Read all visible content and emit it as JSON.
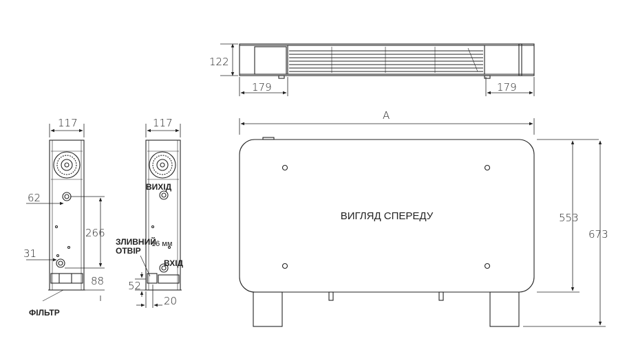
{
  "top_view": {
    "height_dim": "122",
    "left_dim": "179",
    "right_dim": "179"
  },
  "side_view_left": {
    "width_dim": "117",
    "dim_62": "62",
    "dim_266": "266",
    "dim_31": "31",
    "dim_88": "88",
    "filter_label": "ФІЛЬТР"
  },
  "side_view_right": {
    "width_dim": "117",
    "outlet_label": "ВИХІД",
    "drain_label_line1": "ЗЛИВНИЙ",
    "drain_label_line2": "ОТВІР",
    "pipe_label": "16 мм",
    "inlet_label": "ВХІД",
    "dim_52": "52",
    "dim_20": "20"
  },
  "front_view": {
    "width_dim": "A",
    "title": "ВИГЛЯД СПЕРЕДУ",
    "height_inner": "553",
    "height_total": "673"
  },
  "colors": {
    "line": "#222222",
    "background": "#ffffff"
  }
}
